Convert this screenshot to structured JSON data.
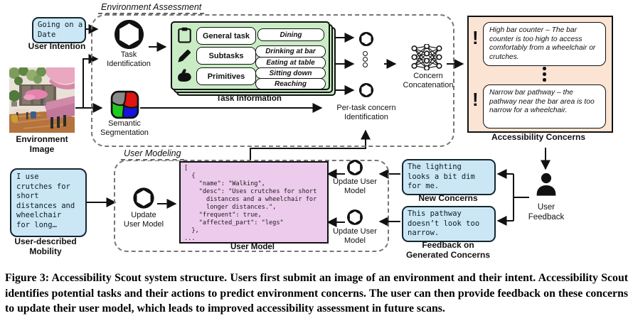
{
  "colors": {
    "info_blue": "#cbe7f6",
    "task_green": "#c9ecc4",
    "model_pink": "#edcbec",
    "concern_peach": "#fbe4d4",
    "line_black": "#111111",
    "dash_gray": "#767676"
  },
  "icons": {
    "openai-logo-icon": "hexagonal knot logo",
    "segmentation-icon": "rounded square with gray/red/green/blue regions",
    "clipboard-icon": "clipboard",
    "pencil-icon": "pencil",
    "muscle-arm-icon": "flexed arm",
    "network-icon": "neural network nodes",
    "person-icon": "person silhouette",
    "warning-icon": "!",
    "ellipsis-icon": "vertical dots"
  },
  "user_intention": {
    "text": "Going on a\nDate",
    "label": "User Intention"
  },
  "environment_image": {
    "label": "Environment\nImage"
  },
  "user_described_mobility": {
    "text": "I use\ncrutches for\nshort\ndistances and\nwheelchair\nfor long…",
    "label": "User-described\nMobility"
  },
  "environment_assessment": {
    "title": "Environment Assessment",
    "task_identification": {
      "label": "Task\nIdentification"
    },
    "semantic_segmentation": {
      "label": "Semantic\nSegmentation"
    },
    "task_information": {
      "label": "Task Information",
      "rows": [
        {
          "icon": "clipboard-icon",
          "category": "General task",
          "values": [
            "Dining"
          ]
        },
        {
          "icon": "pencil-icon",
          "category": "Subtasks",
          "values": [
            "Drinking at bar",
            "Eating at table"
          ]
        },
        {
          "icon": "muscle-arm-icon",
          "category": "Primitives",
          "values": [
            "Sitting down",
            "Reaching"
          ]
        }
      ]
    },
    "per_task_concern": {
      "label": "Per-task concern\nIdentification"
    },
    "concern_concatenation": {
      "label": "Concern\nConcatenation"
    }
  },
  "accessibility_concerns": {
    "label": "Accessibility Concerns",
    "warning_mark": "!",
    "items": [
      "High bar counter – The bar counter is too high to access comfortably from a wheelchair or crutches.",
      "Narrow bar pathway – the pathway near the bar area is too narrow for a wheelchair."
    ]
  },
  "user_modeling": {
    "title": "User Modeling",
    "update_user_model_left": {
      "label": "Update\nUser Model"
    },
    "update_user_model_right_top": {
      "label": "Update User\nModel"
    },
    "update_user_model_right_bottom": {
      "label": "Update User\nModel"
    },
    "user_model": {
      "label": "User Model",
      "code": "[\n  {\n    \"name\": \"Walking\",\n    \"desc\": \"Uses crutches for short\n      distances and a wheelchair for\n      longer distances.\",\n    \"frequent\": true,\n    \"affected_part\": \"legs\"\n  },\n..."
    }
  },
  "feedback": {
    "new_concerns": {
      "text": "The lighting\nlooks a bit dim\nfor me.",
      "label": "New Concerns"
    },
    "generated_concerns": {
      "text": "This pathway\ndoesn’t look too\nnarrow.",
      "label": "Feedback on\nGenerated Concerns"
    },
    "user_feedback": {
      "label": "User\nFeedback"
    }
  },
  "caption": "Figure 3: Accessibility Scout system structure. Users first submit an image of an environment and their intent. Accessibility Scout identifies potential tasks and their actions to predict environment concerns. The user can then provide feedback on these concerns to update their user model, which leads to improved accessibility assessment in future scans."
}
